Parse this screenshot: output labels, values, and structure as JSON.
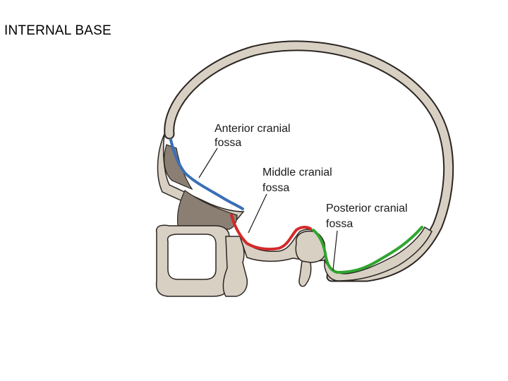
{
  "slide": {
    "title": "INTERNAL BASE"
  },
  "labels": {
    "anterior_line1": "Anterior cranial",
    "anterior_line2": "fossa",
    "middle_line1": "Middle cranial",
    "middle_line2": "fossa",
    "posterior_line1": "Posterior cranial",
    "posterior_line2": "fossa"
  },
  "colors": {
    "bone": "#d9d0c4",
    "bone_outline": "#2b2622",
    "marrow": "#8a7f72",
    "anterior_fossa": "#3a6fb5",
    "middle_fossa": "#d42a2a",
    "posterior_fossa": "#2fa52f"
  }
}
